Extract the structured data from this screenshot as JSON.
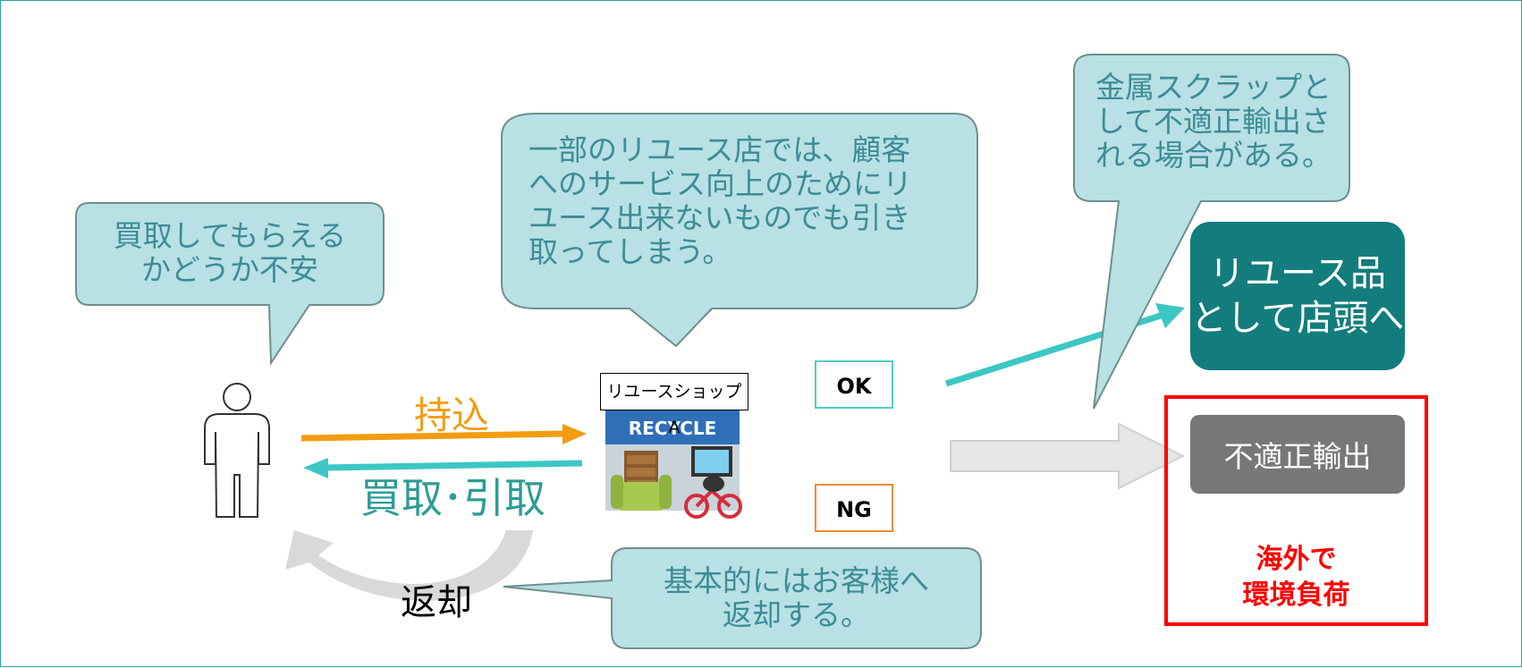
{
  "bubbles": {
    "customer": "買取してもらえる\nかどうか不安",
    "shop": "一部のリユース店では、顧客\nへのサービス向上のためにリ\nユース出来ないものでも引き\n取ってしまう。",
    "scrap": "金属スクラップと\nして不適正輸出さ\nれる場合がある。",
    "return": "基本的にはお客様へ\n返却する。"
  },
  "arrows": {
    "bring_in": "持込",
    "purchase": "買取･引取",
    "return": "返却"
  },
  "shop": {
    "label": "リユースショップA",
    "sign": "RECYCLE"
  },
  "checks": {
    "ok": "OK",
    "ng": "NG"
  },
  "outcomes": {
    "reuse": "リユース品\nとして店頭へ",
    "illegal": "不適正輸出",
    "impact": "海外で\n環境負荷"
  },
  "colors": {
    "bubble_fill": "#b8e0e5",
    "bubble_stroke": "#6f8f8c",
    "bring_in_arrow": "#f39c12",
    "purchase_arrow": "#3cc7c4",
    "reuse_box": "#137c7c",
    "illegal_box": "#777777",
    "impact_frame": "#ff0000"
  }
}
